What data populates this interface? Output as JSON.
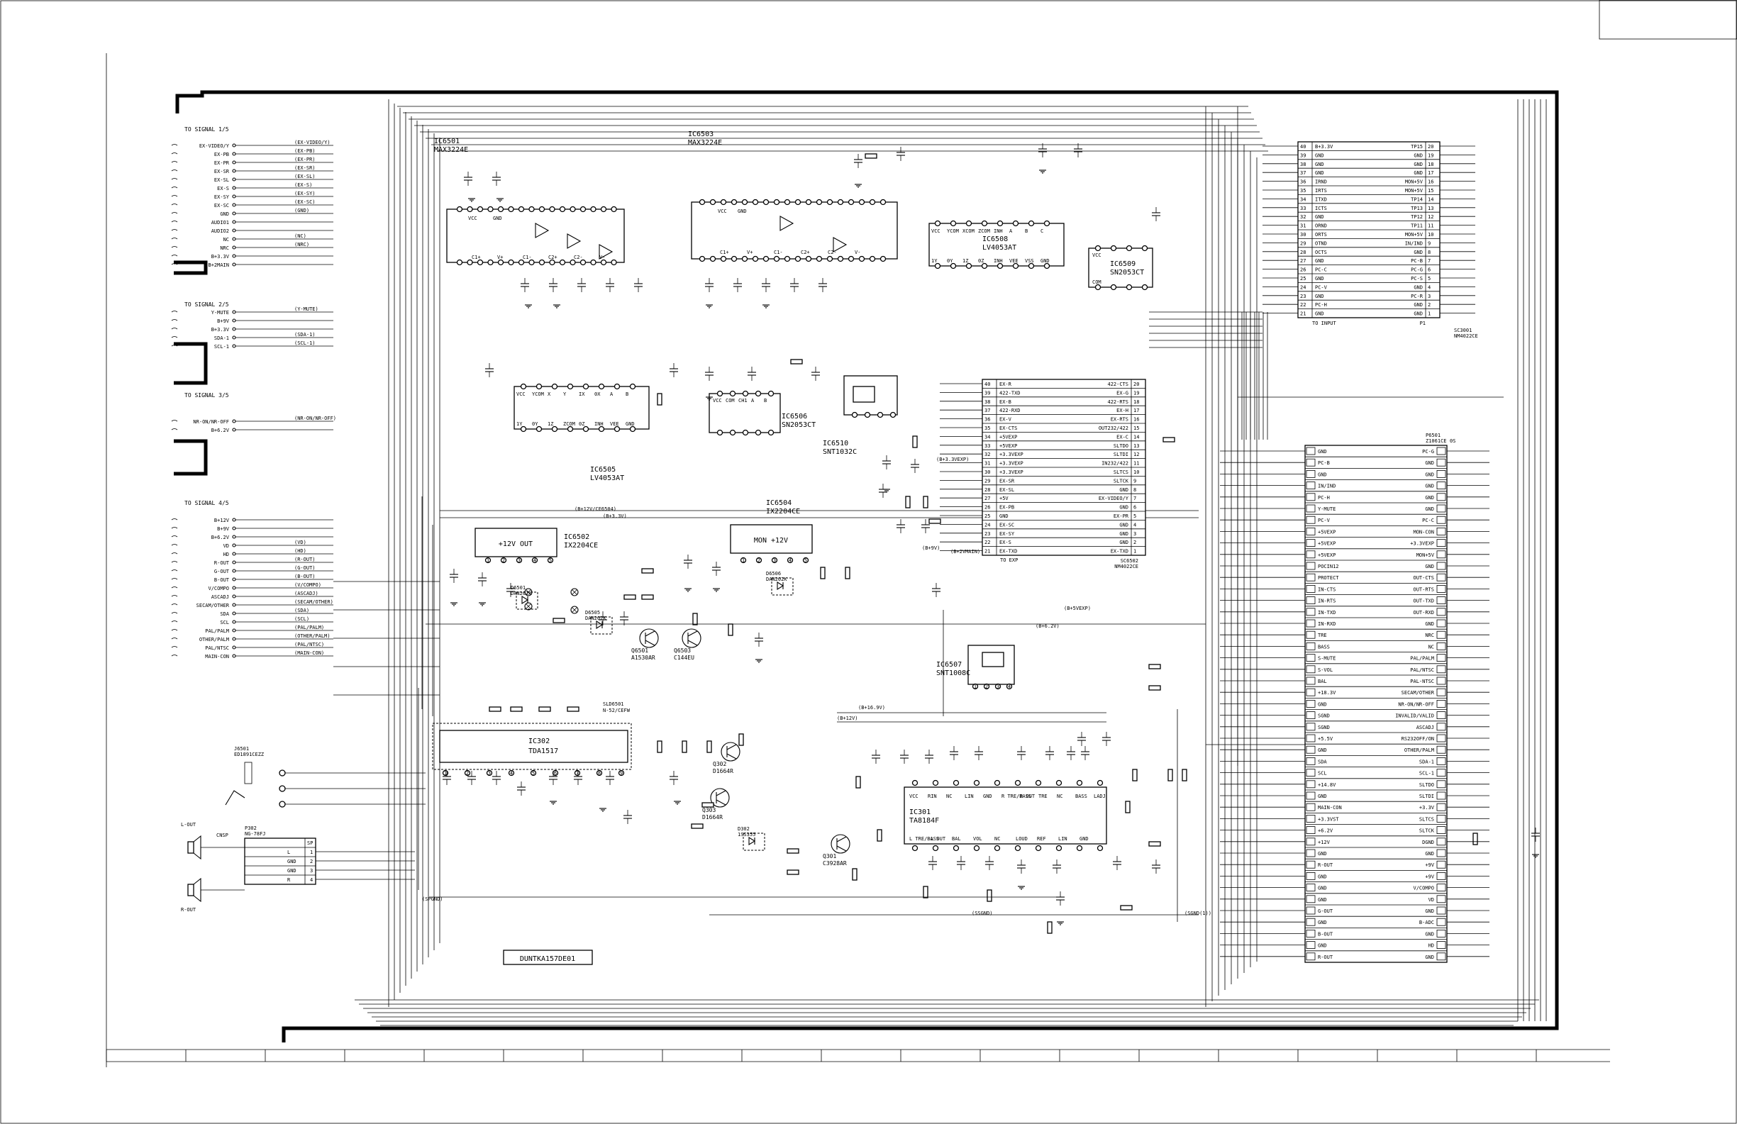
{
  "sections": [
    {
      "id": "sig1",
      "label": "TO SIGNAL 1/5",
      "pins": [
        "EX-VIDEO/Y",
        "EX-PB",
        "EX-PR",
        "EX-SR",
        "EX-SL",
        "EX-S",
        "EX-SY",
        "EX-SC",
        "GND",
        "AUDIO1",
        "AUDIO2",
        "NC",
        "NRC",
        "B+3.3V",
        "B+2MAIN"
      ],
      "nets": [
        "(EX-VIDEO/Y)",
        "(EX-PB)",
        "(EX-PR)",
        "(EX-SR)",
        "(EX-SL)",
        "(EX-S)",
        "(EX-SY)",
        "(EX-SC)",
        "(GND)",
        "",
        "",
        "(NC)",
        "(NRC)",
        "",
        ""
      ]
    },
    {
      "id": "sig2",
      "label": "TO SIGNAL 2/5",
      "pins": [
        "Y-MUTE",
        "B+9V",
        "B+3.3V",
        "SDA-1",
        "SCL-1"
      ],
      "nets": [
        "(Y-MUTE)",
        "",
        "",
        "(SDA-1)",
        "(SCL-1)"
      ]
    },
    {
      "id": "sig3",
      "label": "TO SIGNAL 3/5",
      "pins": [
        "NR-ON/NR-OFF",
        "B+6.2V"
      ],
      "nets": [
        "(NR-ON/NR-OFF)",
        ""
      ]
    },
    {
      "id": "sig4",
      "label": "TO SIGNAL 4/5",
      "pins": [
        "B+12V",
        "B+9V",
        "B+6.2V",
        "VD",
        "HD",
        "R-OUT",
        "G-OUT",
        "B-OUT",
        "V/COMPO",
        "ASCADJ",
        "SECAM/OTHER",
        "SDA",
        "SCL",
        "PAL/PALM",
        "OTHER/PALM",
        "PAL/NTSC",
        "MAIN-CON"
      ],
      "nets": [
        "",
        "",
        "",
        "(VD)",
        "(HD)",
        "(R-OUT)",
        "(G-OUT)",
        "(B-OUT)",
        "(V/COMPO)",
        "(ASCADJ)",
        "(SECAM/OTHER)",
        "(SDA)",
        "(SCL)",
        "(PAL/PALM)",
        "(OTHER/PALM)",
        "(PAL/NTSC)",
        "(MAIN-CON)"
      ]
    }
  ],
  "ics": [
    {
      "id": "ic6501",
      "ref": "IC6501",
      "part": "MAX3224E"
    },
    {
      "id": "ic6503",
      "ref": "IC6503",
      "part": "MAX3224E"
    },
    {
      "id": "ic6508",
      "ref": "IC6508",
      "part": "LV4053AT"
    },
    {
      "id": "ic6509",
      "ref": "IC6509",
      "part": "SN2053CT"
    },
    {
      "id": "ic6505",
      "ref": "IC6505",
      "part": "LV4053AT"
    },
    {
      "id": "ic6506",
      "ref": "IC6506",
      "part": "SN2053CT"
    },
    {
      "id": "ic6510",
      "ref": "IC6510",
      "part": "SNT1032C"
    },
    {
      "id": "ic6502",
      "ref": "IC6502",
      "part": "IX2204CE",
      "inner": "+12V OUT"
    },
    {
      "id": "ic6504",
      "ref": "IC6504",
      "part": "IX2204CE",
      "inner": "MON +12V"
    },
    {
      "id": "ic6507",
      "ref": "IC6507",
      "part": "SNT1008C"
    },
    {
      "id": "ic302",
      "ref": "IC302",
      "part": "TDA1517"
    },
    {
      "id": "ic301",
      "ref": "IC301",
      "part": "TA8184F"
    }
  ],
  "ic301_pins": [
    "VCC",
    "RIN",
    "NC",
    "LIN",
    "GND",
    "R TRE/BASS",
    "R OUT",
    "TRE",
    "NC",
    "BASS",
    "LADJ",
    "L TRE/BASS",
    "L OUT",
    "BAL",
    "VOL",
    "NC",
    "LOUD",
    "REF",
    "LIN",
    "GND"
  ],
  "transistors": [
    {
      "ref": "Q6501",
      "part": "A1530AR"
    },
    {
      "ref": "Q6503",
      "part": "C144EU"
    },
    {
      "ref": "Q302",
      "part": "D1664R"
    },
    {
      "ref": "Q303",
      "part": "D1664R"
    },
    {
      "ref": "Q301",
      "part": "C3928AR"
    }
  ],
  "diodes": [
    {
      "ref": "D6501",
      "part": "DAN202K"
    },
    {
      "ref": "D6505",
      "part": "DAN202K"
    },
    {
      "ref": "D6506",
      "part": "DAN202K"
    },
    {
      "ref": "D302",
      "part": "1SS355"
    }
  ],
  "connectors": {
    "sc3001": {
      "ref": "SC3001",
      "part": "NM4022CE",
      "title": "TO INPUT",
      "p1": "P1",
      "rows": [
        {
          "n": 40,
          "l": "B+3.3V",
          "r": "TP15",
          "m": 20
        },
        {
          "n": 39,
          "l": "GND",
          "r": "GND",
          "m": 19
        },
        {
          "n": 38,
          "l": "GND",
          "r": "GND",
          "m": 18
        },
        {
          "n": 37,
          "l": "GND",
          "r": "GND",
          "m": 17
        },
        {
          "n": 36,
          "l": "IRND",
          "r": "MON+5V",
          "m": 16
        },
        {
          "n": 35,
          "l": "IRTS",
          "r": "MON+5V",
          "m": 15
        },
        {
          "n": 34,
          "l": "ITXD",
          "r": "TP14",
          "m": 14
        },
        {
          "n": 33,
          "l": "ICTS",
          "r": "TP13",
          "m": 13
        },
        {
          "n": 32,
          "l": "GND",
          "r": "TP12",
          "m": 12
        },
        {
          "n": 31,
          "l": "ORND",
          "r": "TP11",
          "m": 11
        },
        {
          "n": 30,
          "l": "ORTS",
          "r": "MON+5V",
          "m": 10
        },
        {
          "n": 29,
          "l": "OTND",
          "r": "IN/IND",
          "m": 9
        },
        {
          "n": 28,
          "l": "OCTS",
          "r": "GND",
          "m": 8
        },
        {
          "n": 27,
          "l": "GND",
          "r": "PC-B",
          "m": 7
        },
        {
          "n": 26,
          "l": "PC-C",
          "r": "PC-G",
          "m": 6
        },
        {
          "n": 25,
          "l": "GND",
          "r": "PC-S",
          "m": 5
        },
        {
          "n": 24,
          "l": "PC-V",
          "r": "GND",
          "m": 4
        },
        {
          "n": 23,
          "l": "GND",
          "r": "PC-R",
          "m": 3
        },
        {
          "n": 22,
          "l": "PC-H",
          "r": "GND",
          "m": 2
        },
        {
          "n": 21,
          "l": "GND",
          "r": "GND",
          "m": 1
        }
      ]
    },
    "sc6502": {
      "ref": "SC6502",
      "part": "NM4022CE",
      "title": "TO EXP",
      "rows": [
        {
          "n": 40,
          "l": "EX-R",
          "r": "422-CTS",
          "m": 20
        },
        {
          "n": 39,
          "l": "422-TXD",
          "r": "EX-G",
          "m": 19
        },
        {
          "n": 38,
          "l": "EX-B",
          "r": "422-RTS",
          "m": 18
        },
        {
          "n": 37,
          "l": "422-RXD",
          "r": "EX-H",
          "m": 17
        },
        {
          "n": 36,
          "l": "EX-V",
          "r": "EX-RTS",
          "m": 16
        },
        {
          "n": 35,
          "l": "EX-CTS",
          "r": "OUT232/422",
          "m": 15
        },
        {
          "n": 34,
          "l": "+5VEXP",
          "r": "EX-C",
          "m": 14
        },
        {
          "n": 33,
          "l": "+5VEXP",
          "r": "SLTDO",
          "m": 13
        },
        {
          "n": 32,
          "l": "+3.3VEXP",
          "r": "SLTDI",
          "m": 12
        },
        {
          "n": 31,
          "l": "+3.3VEXP",
          "r": "IN232/422",
          "m": 11
        },
        {
          "n": 30,
          "l": "+3.3VEXP",
          "r": "SLTCS",
          "m": 10
        },
        {
          "n": 29,
          "l": "EX-SR",
          "r": "SLTCK",
          "m": 9
        },
        {
          "n": 28,
          "l": "EX-SL",
          "r": "GND",
          "m": 8
        },
        {
          "n": 27,
          "l": "+5V",
          "r": "EX-VIDEO/Y",
          "m": 7
        },
        {
          "n": 26,
          "l": "EX-PB",
          "r": "GND",
          "m": 6
        },
        {
          "n": 25,
          "l": "GND",
          "r": "EX-PR",
          "m": 5
        },
        {
          "n": 24,
          "l": "EX-SC",
          "r": "GND",
          "m": 4
        },
        {
          "n": 23,
          "l": "EX-SY",
          "r": "GND",
          "m": 3
        },
        {
          "n": 22,
          "l": "EX-S",
          "r": "GND",
          "m": 2
        },
        {
          "n": 21,
          "l": "EX-TXD",
          "r": "EX-TXD",
          "m": 1
        }
      ]
    },
    "p6501": {
      "ref": "P6501",
      "part": "Z1061CE",
      "col": "0S",
      "rows": [
        {
          "l": "GND",
          "r": "PC-G"
        },
        {
          "l": "PC-B",
          "r": "GND"
        },
        {
          "l": "GND",
          "r": "GND"
        },
        {
          "l": "IN/IND",
          "r": "GND"
        },
        {
          "l": "PC-H",
          "r": "GND"
        },
        {
          "l": "Y-MUTE",
          "r": "GND"
        },
        {
          "l": "PC-V",
          "r": "PC-C"
        },
        {
          "l": "+5VEXP",
          "r": "MON-CON"
        },
        {
          "l": "+5VEXP",
          "r": "+3.3VEXP"
        },
        {
          "l": "+5VEXP",
          "r": "MON+5V"
        },
        {
          "l": "POCIN12",
          "r": "GND"
        },
        {
          "l": "PROTECT",
          "r": "OUT-CTS"
        },
        {
          "l": "IN-CTS",
          "r": "OUT-RTS"
        },
        {
          "l": "IN-RTS",
          "r": "OUT-TXD"
        },
        {
          "l": "IN-TXD",
          "r": "OUT-RXD"
        },
        {
          "l": "IN-RXD",
          "r": "GND"
        },
        {
          "l": "TRE",
          "r": "NRC"
        },
        {
          "l": "BASS",
          "r": "NC"
        },
        {
          "l": "S-MUTE",
          "r": "PAL/PALM"
        },
        {
          "l": "S-VOL",
          "r": "PAL/NTSC"
        },
        {
          "l": "BAL",
          "r": "PAL-NTSC"
        },
        {
          "l": "+18.3V",
          "r": "SECAM/OTHER"
        },
        {
          "l": "GND",
          "r": "NR-ON/NR-OFF"
        },
        {
          "l": "SGND",
          "r": "INVALID/VALID"
        },
        {
          "l": "SGND",
          "r": "ASCADJ"
        },
        {
          "l": "+5.5V",
          "r": "RS232OFF/ON"
        },
        {
          "l": "GND",
          "r": "OTHER/PALM"
        },
        {
          "l": "SDA",
          "r": "SDA-1"
        },
        {
          "l": "SCL",
          "r": "SCL-1"
        },
        {
          "l": "+14.8V",
          "r": "SLTDO"
        },
        {
          "l": "GND",
          "r": "SLTDI"
        },
        {
          "l": "MAIN-CON",
          "r": "+3.3V"
        },
        {
          "l": "+3.3VST",
          "r": "SLTCS"
        },
        {
          "l": "+6.2V",
          "r": "SLTCK"
        },
        {
          "l": "+12V",
          "r": "DGND"
        },
        {
          "l": "GND",
          "r": "GND"
        },
        {
          "l": "R-OUT",
          "r": "+9V"
        },
        {
          "l": "GND",
          "r": "+9V"
        },
        {
          "l": "GND",
          "r": "V/COMPO"
        },
        {
          "l": "GND",
          "r": "VD"
        },
        {
          "l": "G-OUT",
          "r": "GND"
        },
        {
          "l": "GND",
          "r": "B-ADC"
        },
        {
          "l": "B-OUT",
          "r": "GND"
        },
        {
          "l": "GND",
          "r": "HD"
        },
        {
          "l": "R-OUT",
          "r": "GND"
        }
      ]
    },
    "p302": {
      "ref": "P302",
      "part": "NG-78FJ",
      "header": "SP",
      "rows": [
        {
          "n": 1,
          "l": "L"
        },
        {
          "n": 2,
          "l": "GND"
        },
        {
          "n": 3,
          "l": "GND"
        },
        {
          "n": 4,
          "l": "R"
        }
      ]
    }
  },
  "misc": {
    "j6501": "J6501",
    "j6501_part": "ED1891CEZZ",
    "lout": "L-OUT",
    "rout": "R-OUT",
    "cnsp": "CNSP",
    "pcb_code": "DUNTKA157DE01",
    "sld6501": "SLD6501",
    "sld6501_part": "N-52/CEFW",
    "net_12v": "(B+12V/CE6504)",
    "net_33": "(B+3.3V)",
    "net_169": "(B+16.9V)",
    "net_12b": "(B+12V)",
    "net_5vexp": "(B+5VEXP)",
    "net_33vexp": "(B+3.3VEXP)",
    "net_62v": "(B+6.2V)",
    "net_9v": "(B+9V)",
    "net_2vmain": "(B+2VMAIN)",
    "net_spgnd": "(SPGND)",
    "net_ssgnd": "(SSGND)",
    "net_sgnd": "(SGND(1))"
  }
}
